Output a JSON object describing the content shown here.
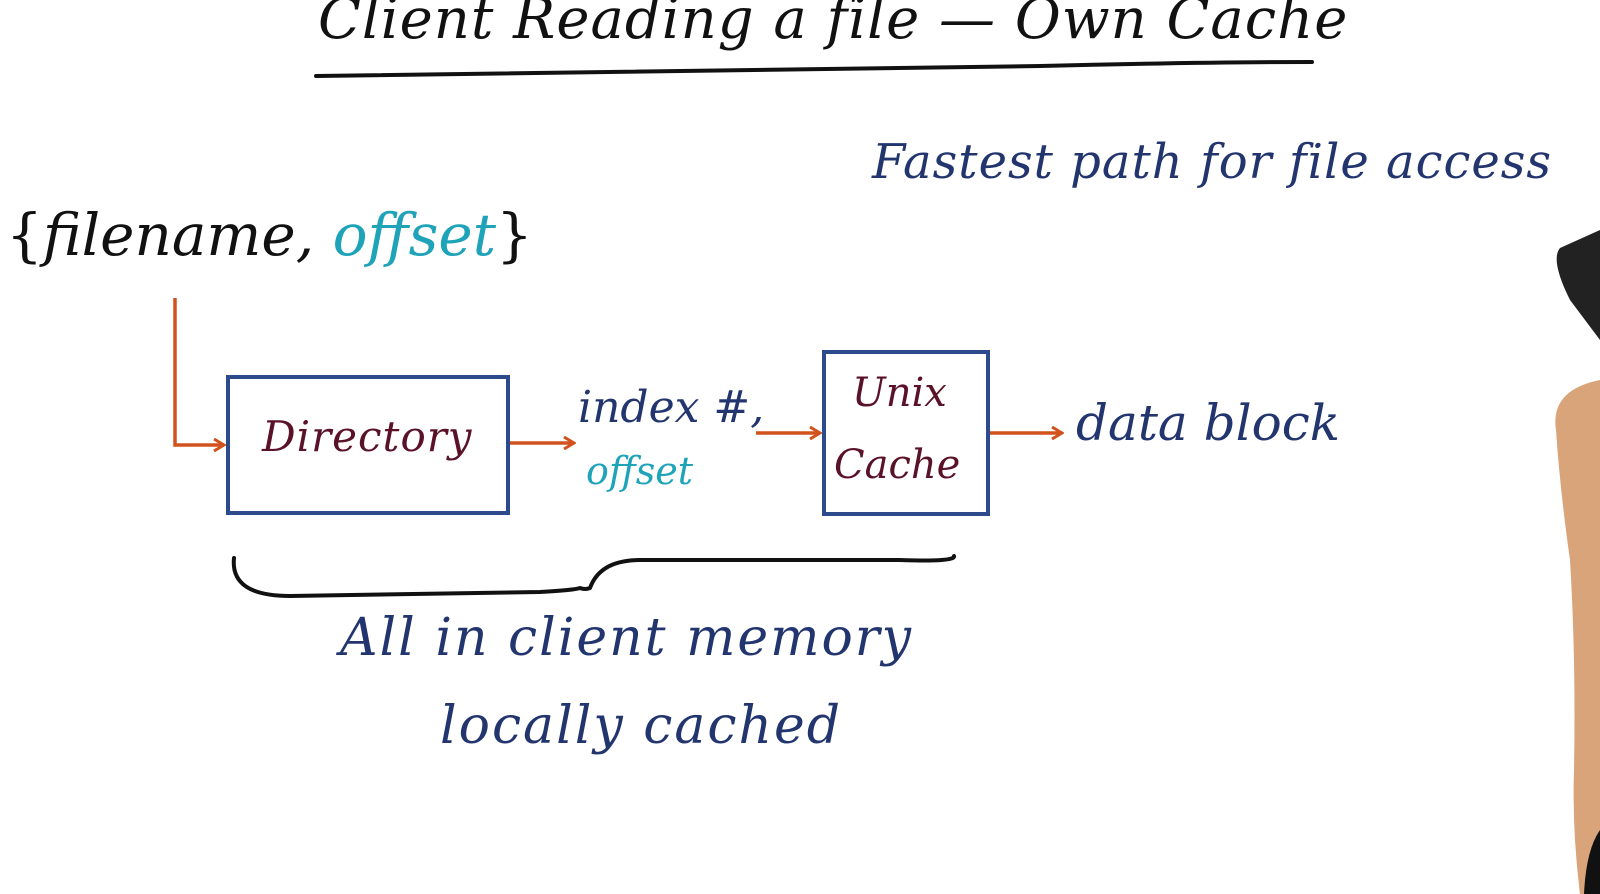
{
  "colors": {
    "ink_dark": "#111111",
    "ink_blue": "#23356e",
    "ink_teal": "#1ea3b8",
    "ink_maroon": "#5a1228",
    "box_border": "#2d4a8c",
    "arrow": "#d2521e"
  },
  "title": "Client Reading a file — Own Cache",
  "subtitle": "Fastest path for file access",
  "input": {
    "open_brace": "{",
    "filename": "filename,",
    "offset": "offset",
    "close_brace": "}"
  },
  "directory": {
    "label": "Directory"
  },
  "index": {
    "label": "index #,",
    "offset": "offset"
  },
  "unix_cache": {
    "line1": "Unix",
    "line2": "Cache"
  },
  "output": {
    "label": "data block"
  },
  "annotation": {
    "line1": "All in client memory",
    "line2": "locally cached"
  }
}
